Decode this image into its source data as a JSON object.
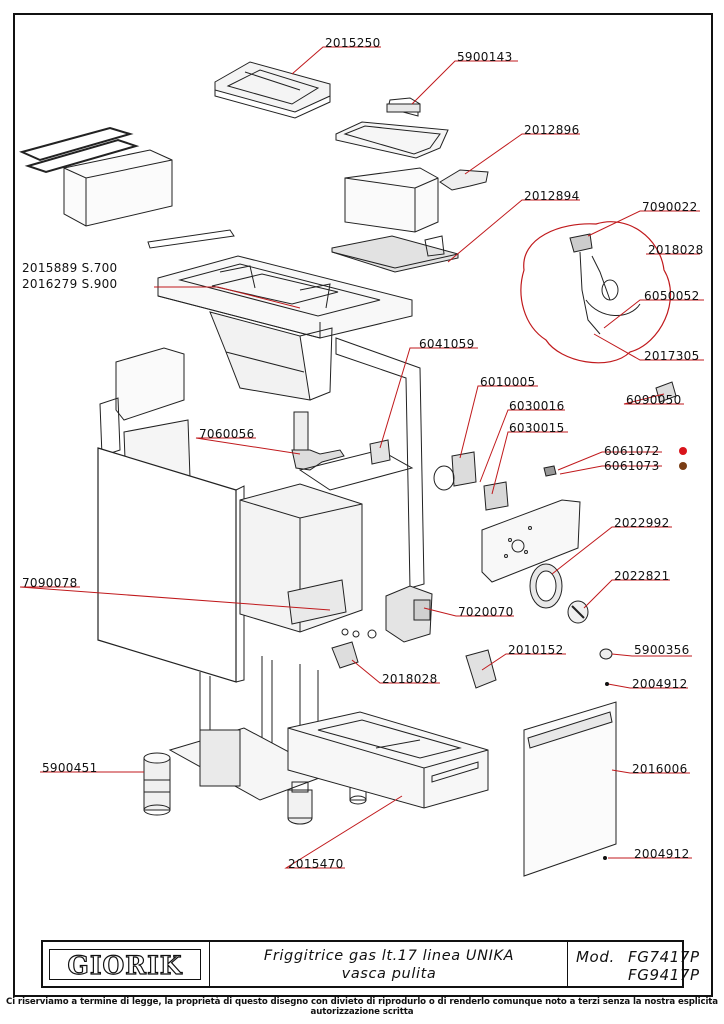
{
  "callouts": {
    "p2015250": "2015250",
    "p5900143": "5900143",
    "p2012896": "2012896",
    "p2012894": "2012894",
    "p7090022": "7090022",
    "p2018028a": "2018028",
    "p6050052": "6050052",
    "p2017305": "2017305",
    "p2015889": "2015889  S.700",
    "p2016279": "2016279  S.900",
    "p6041059": "6041059",
    "p6010005": "6010005",
    "p6030016": "6030016",
    "p6090050": "6090050",
    "p6030015": "6030015",
    "p7060056": "7060056",
    "p6061072": "6061072",
    "p6061073": "6061073",
    "p2022992": "2022992",
    "p7090078": "7090078",
    "p2022821": "2022821",
    "p7020070": "7020070",
    "p2010152": "2010152",
    "p5900356": "5900356",
    "p2018028b": "2018028",
    "p2004912a": "2004912",
    "p5900451": "5900451",
    "p2016006": "2016006",
    "p2004912b": "2004912",
    "p2015470": "2015470"
  },
  "colors": {
    "red_dot": "#d9141b",
    "brown_dot": "#7a3d14",
    "leader": "#c0191c"
  },
  "title_block": {
    "logo": "GIORIK",
    "description_line1": "Friggitrice gas lt.17 linea UNIKA",
    "description_line2": "vasca pulita",
    "model_label": "Mod.",
    "model_1": "FG7417P",
    "model_2": "FG9417P"
  },
  "disclaimer": "Ci riserviamo a termine di legge, la proprietà di questo disegno con divieto di riprodurlo o di renderlo comunque noto a terzi senza la nostra esplicita autorizzazione scritta"
}
